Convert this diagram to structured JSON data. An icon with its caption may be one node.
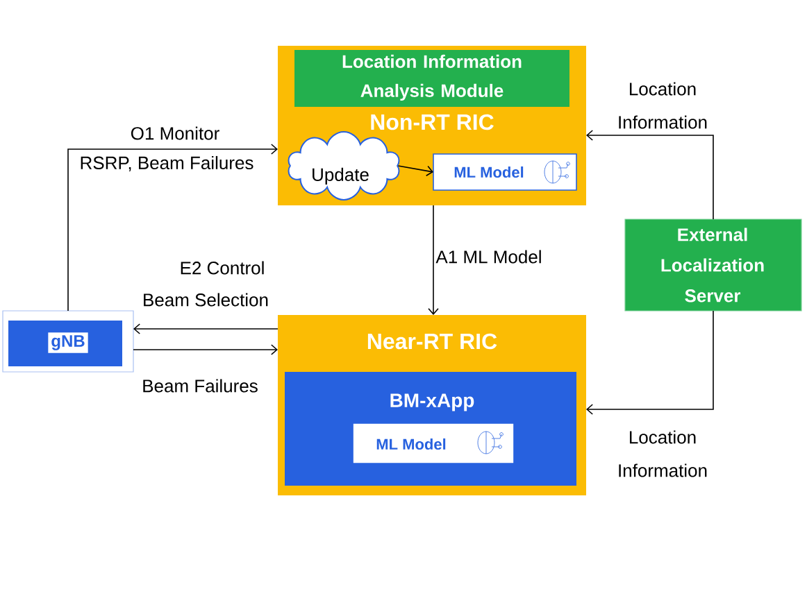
{
  "diagram": {
    "nodes": [
      {
        "text": [
          "Non-RT RIC"
        ]
      },
      {
        "text": [
          "Location Information Analysis Module"
        ],
        "in": 0
      },
      {
        "text": [
          "Update"
        ],
        "in": 0
      },
      {
        "text": [
          "ML Model"
        ],
        "in": 0
      },
      {
        "text": [
          "Near-RT RIC"
        ]
      },
      {
        "text": [
          "BM-xApp"
        ],
        "in": 4
      },
      {
        "text": [
          "ML Model"
        ],
        "in": 5
      },
      {
        "text": [
          "gNB"
        ]
      },
      {
        "text": [
          "External Localization Server"
        ]
      }
    ],
    "edges": [
      {
        "from": 7,
        "to": 0,
        "arrow": "to",
        "label": "RSRP, Beam Failures"
      },
      {
        "from": 4,
        "to": 7,
        "arrow": "to",
        "label": "Beam Selection"
      },
      {
        "from": 7,
        "to": 4,
        "arrow": "to",
        "label": "Beam Failures"
      },
      {
        "from": 2,
        "to": 3,
        "arrow": "to"
      },
      {
        "from": 0,
        "to": 4,
        "arrow": "to",
        "label": "A1 ML Model"
      },
      {
        "from": 8,
        "to": 0,
        "arrow": "to",
        "label": "Location Information"
      },
      {
        "from": 8,
        "to": 4,
        "arrow": "to",
        "label": "Location Information"
      }
    ],
    "labels": [
      "O1 Monitor",
      "E2 Control"
    ]
  }
}
